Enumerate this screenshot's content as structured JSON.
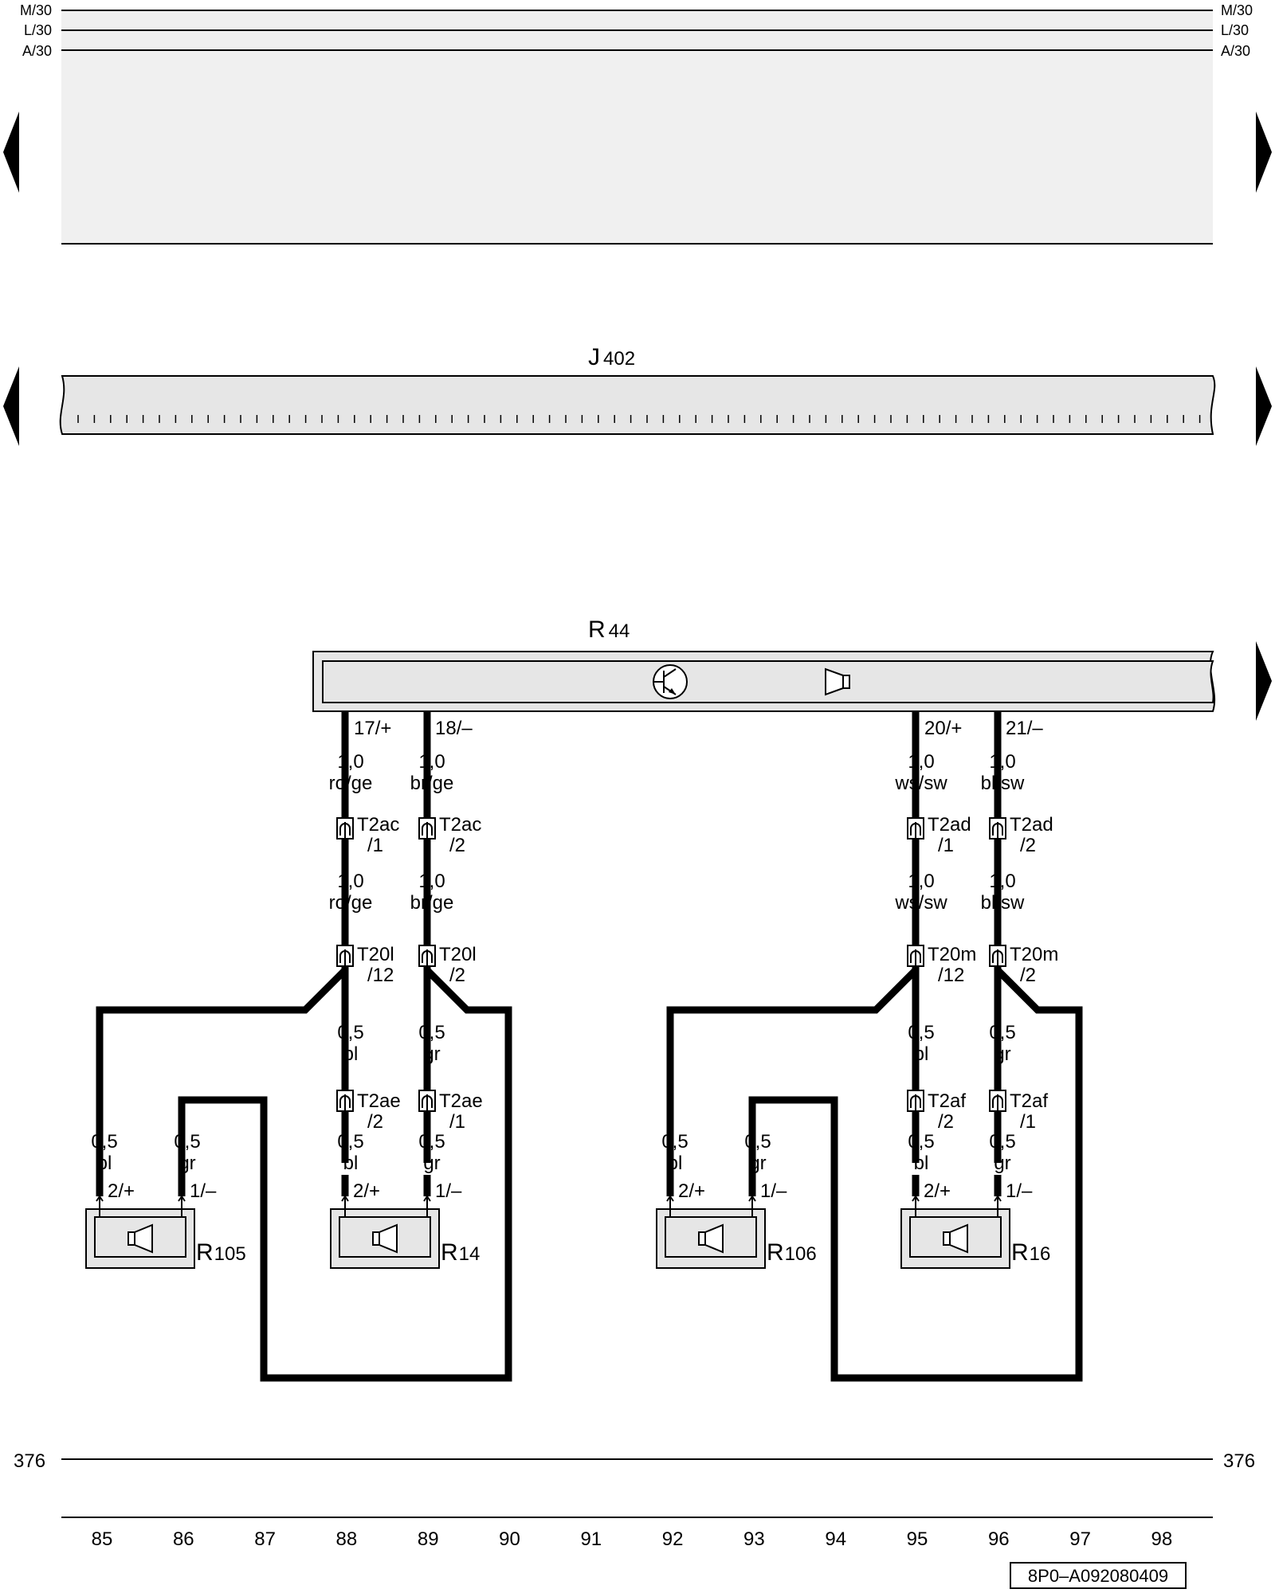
{
  "rails": {
    "m30": "M/30",
    "l30": "L/30",
    "a30": "A/30"
  },
  "j402": {
    "letter": "J",
    "num": "402"
  },
  "r44": {
    "letter": "R",
    "num": "44"
  },
  "r44_pins": [
    "17/+",
    "18/–",
    "20/+",
    "21/–"
  ],
  "sections": [
    {
      "cs1": [
        "1,0",
        "ro/ge"
      ],
      "cs2": [
        "1,0",
        "br/ge"
      ],
      "conn1a": [
        "T2ac",
        "/1"
      ],
      "conn1b": [
        "T2ac",
        "/2"
      ],
      "cs3": [
        "1,0",
        "ro/ge"
      ],
      "cs4": [
        "1,0",
        "br/ge"
      ],
      "conn2a": [
        "T20l",
        "/12"
      ],
      "conn2b": [
        "T20l",
        "/2"
      ],
      "cs5": [
        "0,5",
        "bl"
      ],
      "cs6": [
        "0,5",
        "gr"
      ],
      "conn3a": [
        "T2ae",
        "/2"
      ],
      "conn3b": [
        "T2ae",
        "/1"
      ],
      "cs7": [
        "0,5",
        "bl"
      ],
      "cs8": [
        "0,5",
        "gr"
      ],
      "cs9": [
        "0,5",
        "bl"
      ],
      "cs10": [
        "0,5",
        "gr"
      ],
      "speakerA": {
        "letter": "R",
        "num": "105",
        "pin_pos": "2/+",
        "pin_neg": "1/–"
      },
      "speakerB": {
        "letter": "R",
        "num": "14",
        "pin_pos": "2/+",
        "pin_neg": "1/–"
      }
    },
    {
      "cs1": [
        "1,0",
        "ws/sw"
      ],
      "cs2": [
        "1,0",
        "bl/sw"
      ],
      "conn1a": [
        "T2ad",
        "/1"
      ],
      "conn1b": [
        "T2ad",
        "/2"
      ],
      "cs3": [
        "1,0",
        "ws/sw"
      ],
      "cs4": [
        "1,0",
        "bl/sw"
      ],
      "conn2a": [
        "T20m",
        "/12"
      ],
      "conn2b": [
        "T20m",
        "/2"
      ],
      "cs5": [
        "0,5",
        "bl"
      ],
      "cs6": [
        "0,5",
        "gr"
      ],
      "conn3a": [
        "T2af",
        "/2"
      ],
      "conn3b": [
        "T2af",
        "/1"
      ],
      "cs7": [
        "0,5",
        "bl"
      ],
      "cs8": [
        "0,5",
        "gr"
      ],
      "cs9": [
        "0,5",
        "bl"
      ],
      "cs10": [
        "0,5",
        "gr"
      ],
      "speakerA": {
        "letter": "R",
        "num": "106",
        "pin_pos": "2/+",
        "pin_neg": "1/–"
      },
      "speakerB": {
        "letter": "R",
        "num": "16",
        "pin_pos": "2/+",
        "pin_neg": "1/–"
      }
    }
  ],
  "ground_line": "376",
  "columns": [
    "85",
    "86",
    "87",
    "88",
    "89",
    "90",
    "91",
    "92",
    "93",
    "94",
    "95",
    "96",
    "97",
    "98"
  ],
  "doc_id": "8P0–A092080409"
}
